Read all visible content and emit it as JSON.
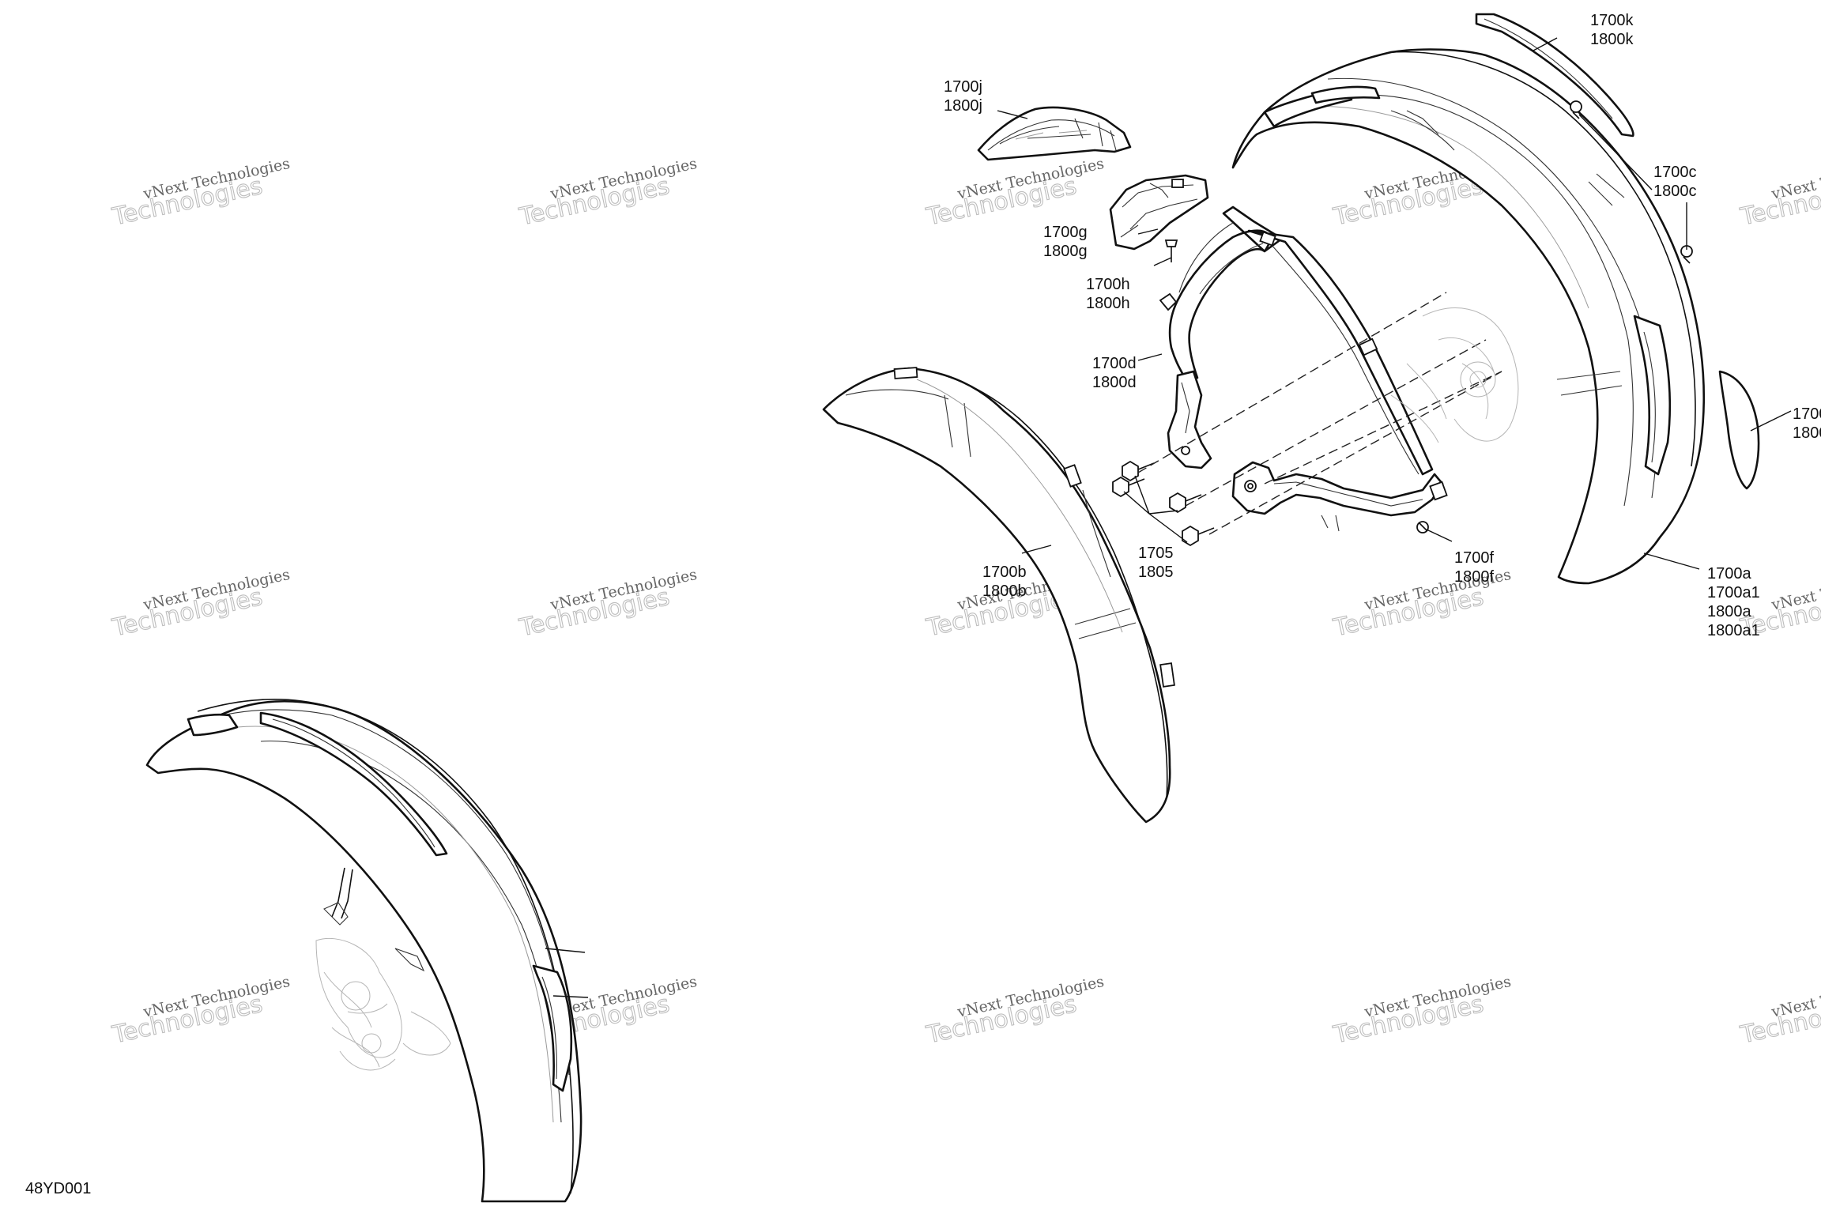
{
  "figure_code": "48YD001",
  "watermark": {
    "line1": "vNext Technologies",
    "line2": "Technologies"
  },
  "callouts": [
    {
      "id": "c-1700k",
      "lines": [
        "1700k",
        "1800k"
      ]
    },
    {
      "id": "c-1700j",
      "lines": [
        "1700j",
        "1800j"
      ]
    },
    {
      "id": "c-1700c",
      "lines": [
        "1700c",
        "1800c"
      ]
    },
    {
      "id": "c-1700g",
      "lines": [
        "1700g",
        "1800g"
      ]
    },
    {
      "id": "c-1700h",
      "lines": [
        "1700h",
        "1800h"
      ]
    },
    {
      "id": "c-1700d",
      "lines": [
        "1700d",
        "1800d"
      ]
    },
    {
      "id": "c-1700e",
      "lines": [
        "1700",
        "1800"
      ]
    },
    {
      "id": "c-1700b",
      "lines": [
        "1700b",
        "1800b"
      ]
    },
    {
      "id": "c-1705",
      "lines": [
        "1705",
        "1805"
      ]
    },
    {
      "id": "c-1700f",
      "lines": [
        "1700f",
        "1800f"
      ]
    },
    {
      "id": "c-1700a",
      "lines": [
        "1700a",
        "1700a1",
        "1800a",
        "1800a1"
      ]
    }
  ]
}
